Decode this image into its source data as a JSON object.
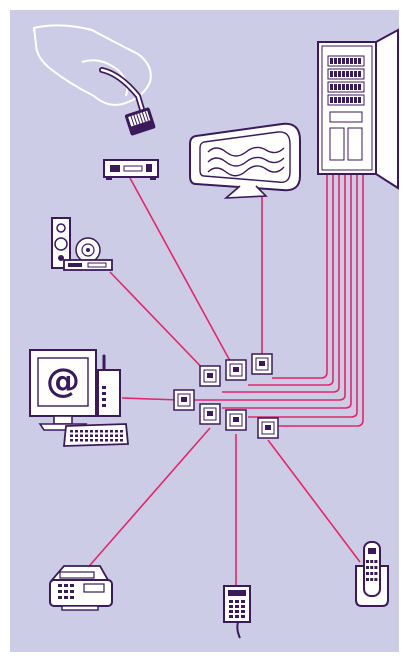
{
  "diagram": {
    "background_color": "#cccce6",
    "cable_color": "#e0286a",
    "outline_color": "#3b1a5a",
    "device_fill": "#ffffff",
    "screen_symbol": "@",
    "devices": [
      {
        "id": "rj45-plug",
        "icon": "hand-holding-rj45-plug-icon"
      },
      {
        "id": "patch-cabinet",
        "icon": "patch-panel-cabinet-icon"
      },
      {
        "id": "tv",
        "icon": "television-icon"
      },
      {
        "id": "set-top-box",
        "icon": "set-top-box-icon"
      },
      {
        "id": "hifi",
        "icon": "hifi-speaker-cd-icon"
      },
      {
        "id": "computer",
        "icon": "computer-monitor-icon"
      },
      {
        "id": "router",
        "icon": "router-icon"
      },
      {
        "id": "fax",
        "icon": "fax-machine-icon"
      },
      {
        "id": "wall-phone",
        "icon": "wall-phone-icon"
      },
      {
        "id": "cordless-phone",
        "icon": "cordless-phone-icon"
      }
    ]
  }
}
